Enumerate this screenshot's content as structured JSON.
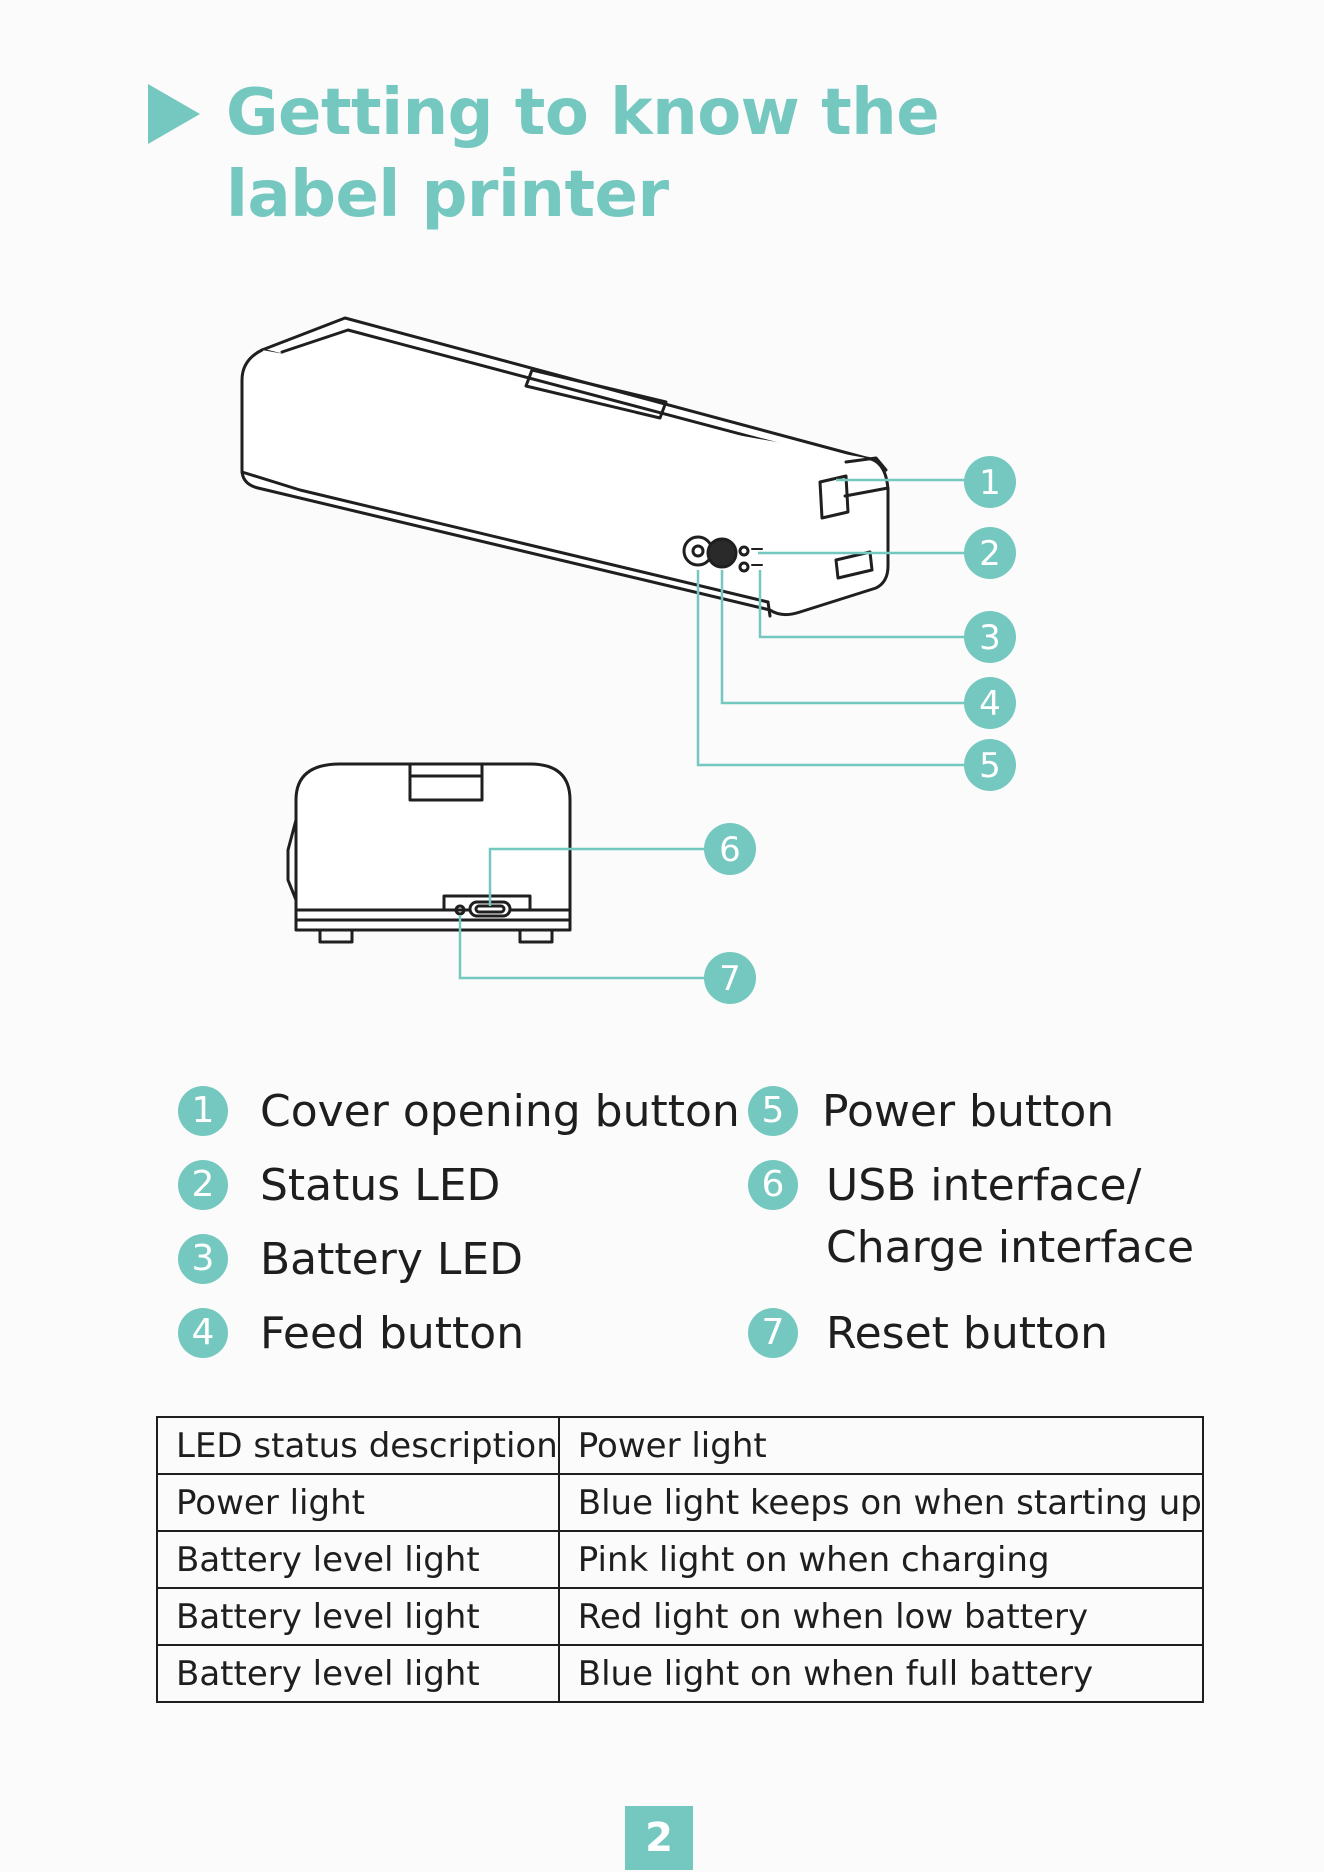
{
  "title": "Getting to know the label printer",
  "accent_color": "#74c8c0",
  "callouts": [
    "1",
    "2",
    "3",
    "4",
    "5",
    "6",
    "7"
  ],
  "legend_left": [
    {
      "num": "1",
      "label": "Cover opening button"
    },
    {
      "num": "2",
      "label": "Status LED"
    },
    {
      "num": "3",
      "label": "Battery LED"
    },
    {
      "num": "4",
      "label": "Feed button"
    }
  ],
  "legend_right": [
    {
      "num": "5",
      "label": "Power button"
    },
    {
      "num": "6",
      "label_line1": "USB interface/",
      "label_line2": "Charge interface"
    },
    {
      "num": "7",
      "label": "Reset button"
    }
  ],
  "table": {
    "header": [
      "LED status description",
      "Power light"
    ],
    "rows": [
      [
        "Power light",
        "Blue light keeps on when starting up"
      ],
      [
        "Battery level light",
        "Pink light on when charging"
      ],
      [
        "Battery level light",
        "Red light on when low battery"
      ],
      [
        "Battery level light",
        "Blue light on when full battery"
      ]
    ]
  },
  "page_number": "2"
}
